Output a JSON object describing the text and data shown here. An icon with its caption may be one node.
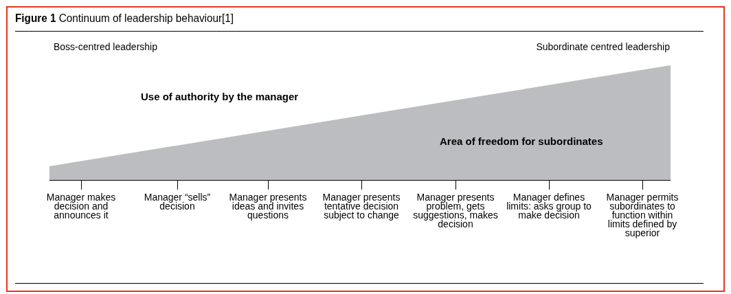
{
  "diagram": {
    "title": "**Figure 1** Continuum of leadership behaviour[1]",
    "nodes": [
      {
        "text": [
          "Area of freedom for subordinates"
        ]
      }
    ],
    "labels": [
      "Boss-centred leadership",
      "Subordinate centred leadership",
      "Use of authority by the manager",
      "Manager makes decision and announces it",
      "Manager “sells” decision",
      "Manager presents ideas and invites questions",
      "Manager presents tentative decision subject to change",
      "Manager presents problem, gets suggestions, makes decision",
      "Manager defines limits: asks group to make decision",
      "Manager permits subordinates to function within limits defined by superior"
    ]
  }
}
